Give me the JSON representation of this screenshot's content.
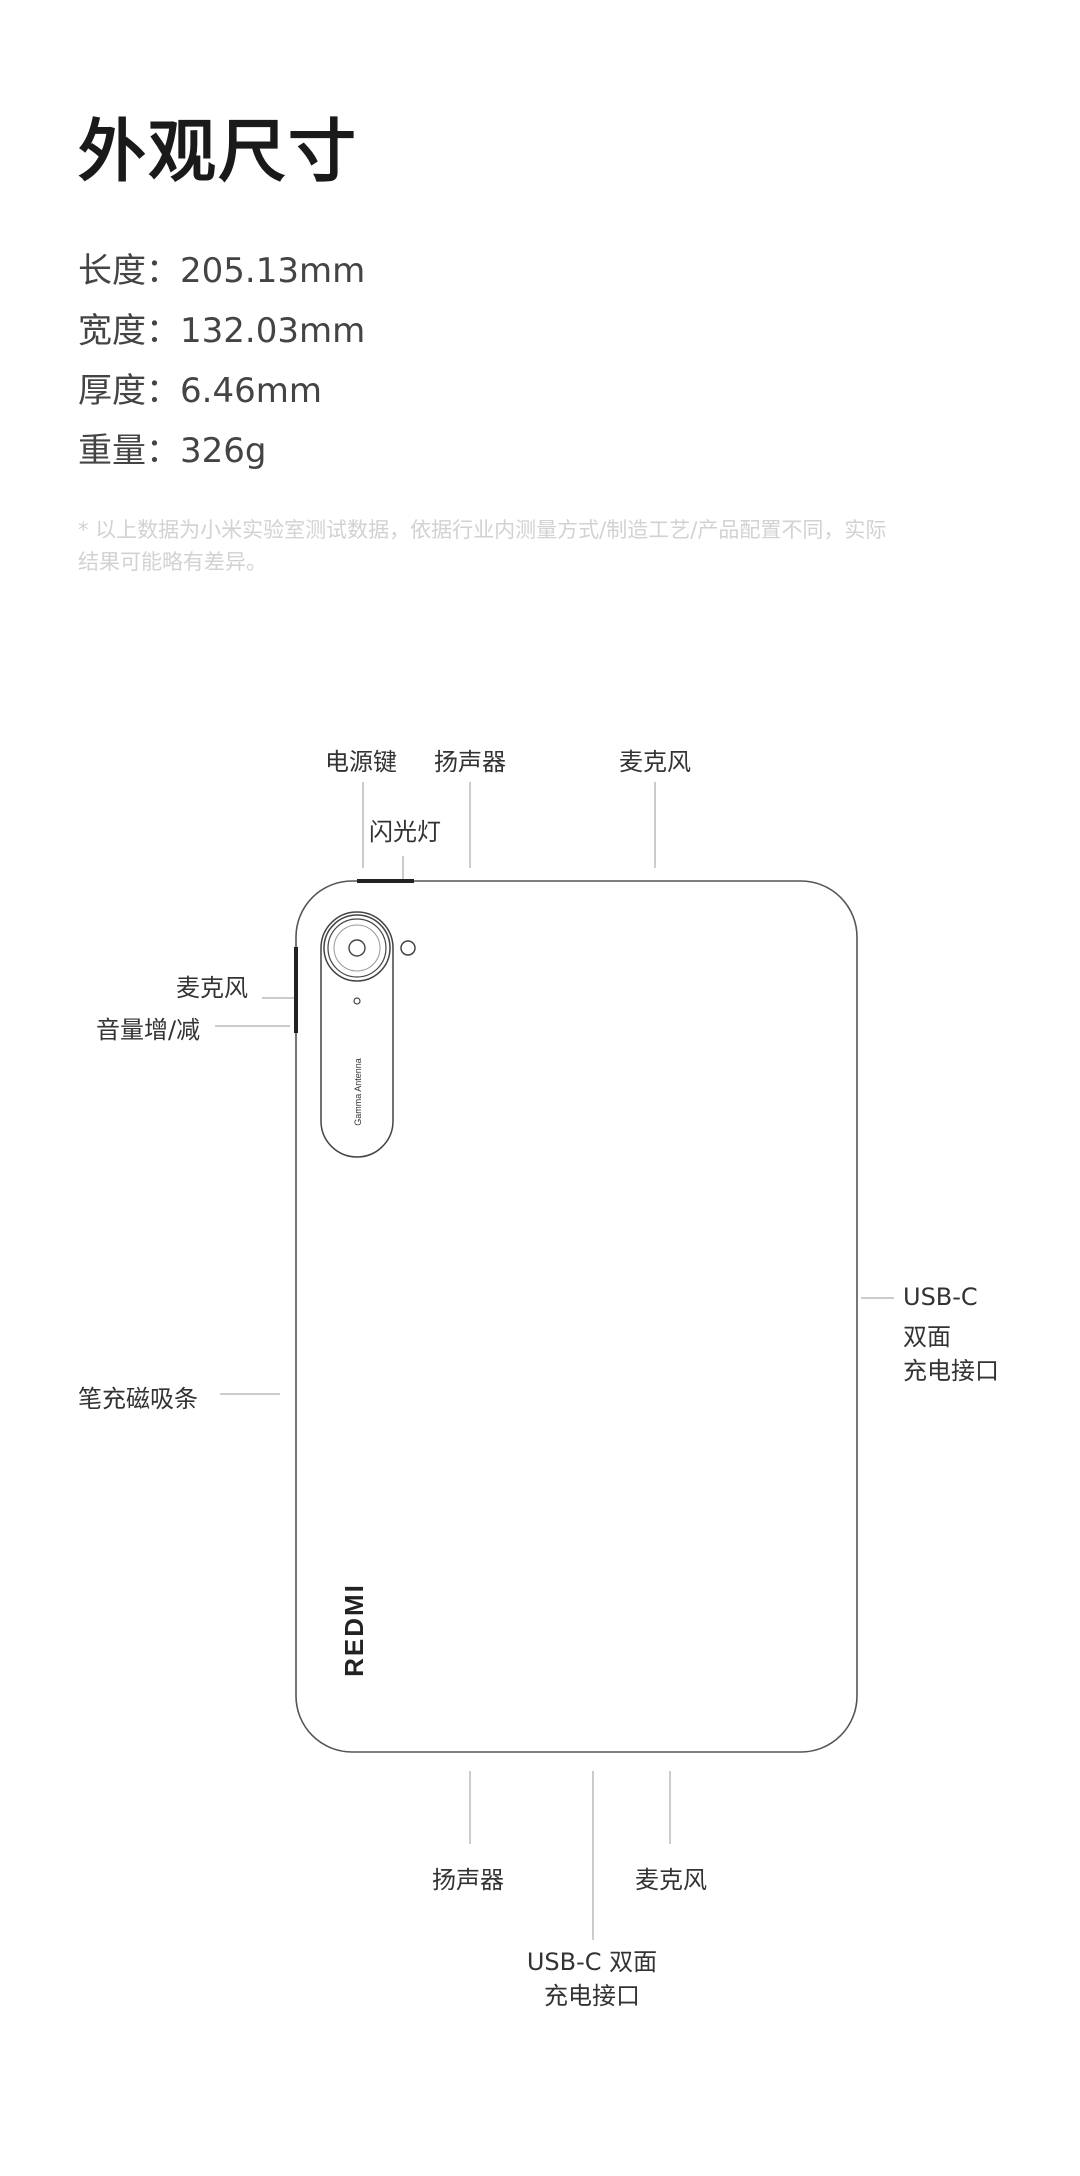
{
  "title": "外观尺寸",
  "specs": [
    {
      "label": "长度：",
      "value": "205.13mm"
    },
    {
      "label": "宽度：",
      "value": "132.03mm"
    },
    {
      "label": "厚度：",
      "value": "6.46mm"
    },
    {
      "label": "重量：",
      "value": "326g"
    }
  ],
  "note": {
    "line1": "* 以上数据为小米实验室测试数据，依据行业内测量方式/制造工艺/产品配置不同，实际",
    "line2": "结果可能略有差异。"
  },
  "diagram": {
    "top_labels": {
      "power": "电源键",
      "speaker": "扬声器",
      "mic": "麦克风",
      "flash": "闪光灯"
    },
    "left_labels": {
      "mic": "麦克风",
      "volume": "音量增/减",
      "pen": "笔充磁吸条"
    },
    "right_label": {
      "line1": "USB-C",
      "line2": "双面",
      "line3": "充电接口"
    },
    "bottom_labels": {
      "speaker": "扬声器",
      "mic": "麦克风",
      "usb_line1": "USB-C 双面",
      "usb_line2": "充电接口"
    },
    "camera_text": "Gamma Antenna",
    "brand": "REDMI"
  }
}
